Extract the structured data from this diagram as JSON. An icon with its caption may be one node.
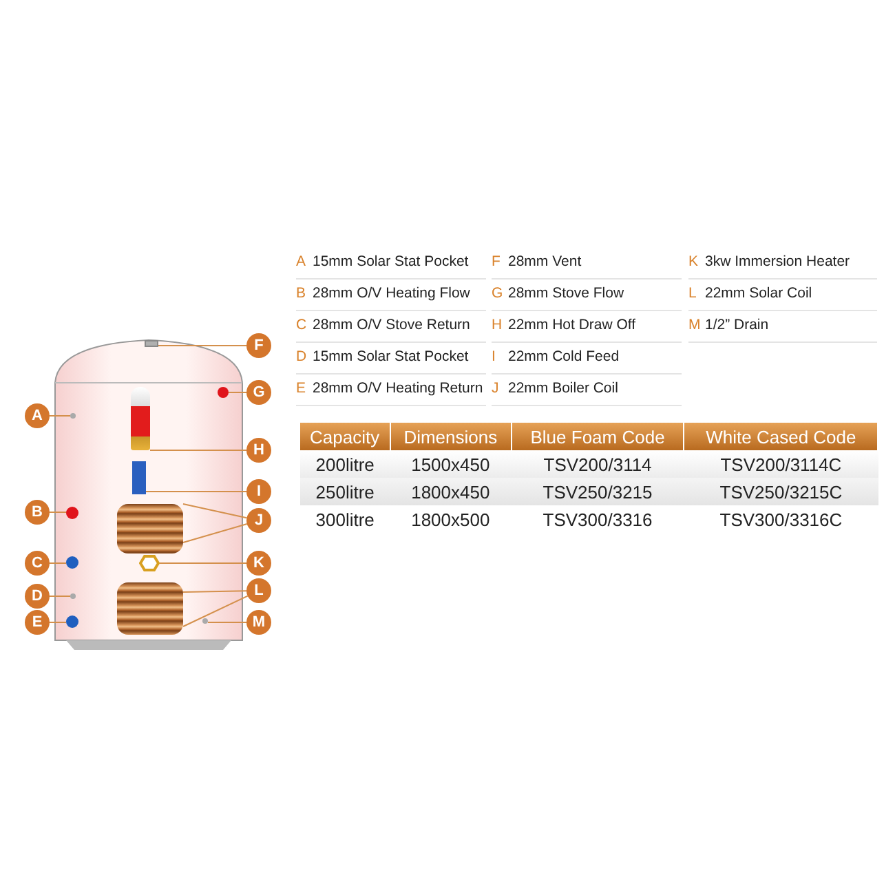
{
  "diagram": {
    "nodes": [
      {
        "text": [
          "A"
        ]
      },
      {
        "text": [
          "B"
        ]
      },
      {
        "text": [
          "C"
        ]
      },
      {
        "text": [
          "D"
        ]
      },
      {
        "text": [
          "E"
        ]
      },
      {
        "text": [
          "F"
        ]
      },
      {
        "text": [
          "G"
        ]
      },
      {
        "text": [
          "H"
        ]
      },
      {
        "text": [
          "I"
        ]
      },
      {
        "text": [
          "J"
        ]
      },
      {
        "text": [
          "K"
        ]
      },
      {
        "text": [
          "L"
        ]
      },
      {
        "text": [
          "M"
        ]
      },
      {
        "text": [],
        "shape": "circle"
      },
      {
        "text": [],
        "shape": "circle"
      },
      {
        "text": [],
        "shape": "circle"
      },
      {
        "text": [],
        "shape": "circle"
      },
      {
        "text": [],
        "shape": "circle"
      },
      {
        "text": [],
        "shape": "box"
      },
      {
        "text": [],
        "shape": "circle"
      },
      {
        "text": [],
        "shape": "picture"
      },
      {
        "text": [],
        "shape": "picture"
      },
      {
        "text": [],
        "shape": "picture"
      },
      {
        "text": [],
        "shape": "hexagon"
      },
      {
        "text": [],
        "shape": "picture"
      },
      {
        "text": [],
        "shape": "circle"
      }
    ],
    "edges": [
      {
        "from": 0,
        "to": 13,
        "arrow": "none"
      },
      {
        "from": 1,
        "to": 14,
        "arrow": "none"
      },
      {
        "from": 2,
        "to": 15,
        "arrow": "none"
      },
      {
        "from": 3,
        "to": 16,
        "arrow": "none"
      },
      {
        "from": 4,
        "to": 17,
        "arrow": "none"
      },
      {
        "from": 5,
        "to": 18,
        "arrow": "none"
      },
      {
        "from": 6,
        "to": 19,
        "arrow": "none"
      },
      {
        "from": 7,
        "to": 20,
        "arrow": "none"
      },
      {
        "from": 8,
        "to": 21,
        "arrow": "none"
      },
      {
        "from": 9,
        "to": 22,
        "arrow": "none"
      },
      {
        "from": 9,
        "to": 22,
        "arrow": "none"
      },
      {
        "from": 10,
        "to": 23,
        "arrow": "none"
      },
      {
        "from": 11,
        "to": 24,
        "arrow": "none"
      },
      {
        "from": 11,
        "to": 24,
        "arrow": "none"
      },
      {
        "from": 12,
        "to": 25,
        "arrow": "none"
      }
    ],
    "labels": [
      "A",
      "15mm Solar Stat Pocket",
      "F",
      "28mm Vent",
      "K",
      "3kw Immersion Heater",
      "B",
      "28mm O/V Heating Flow",
      "G",
      "28mm Stove Flow",
      "L",
      "22mm Solar Coil",
      "C",
      "28mm O/V Stove Return",
      "H",
      "22mm Hot Draw Off",
      "M",
      "1/2” Drain",
      "D",
      "15mm Solar Stat Pocket",
      "I",
      "22mm Cold Feed",
      "E",
      "28mm O/V Heating Return",
      "J",
      "22mm Boiler Coil",
      "Capacity",
      "Dimensions",
      "Blue Foam Code",
      "White Cased Code",
      "200litre",
      "1500x450",
      "TSV200/3114",
      "TSV200/3114C",
      "250litre",
      "1800x450",
      "TSV250/3215",
      "TSV250/3215C",
      "300litre",
      "1800x500",
      "TSV300/3316",
      "TSV300/3316C"
    ]
  }
}
